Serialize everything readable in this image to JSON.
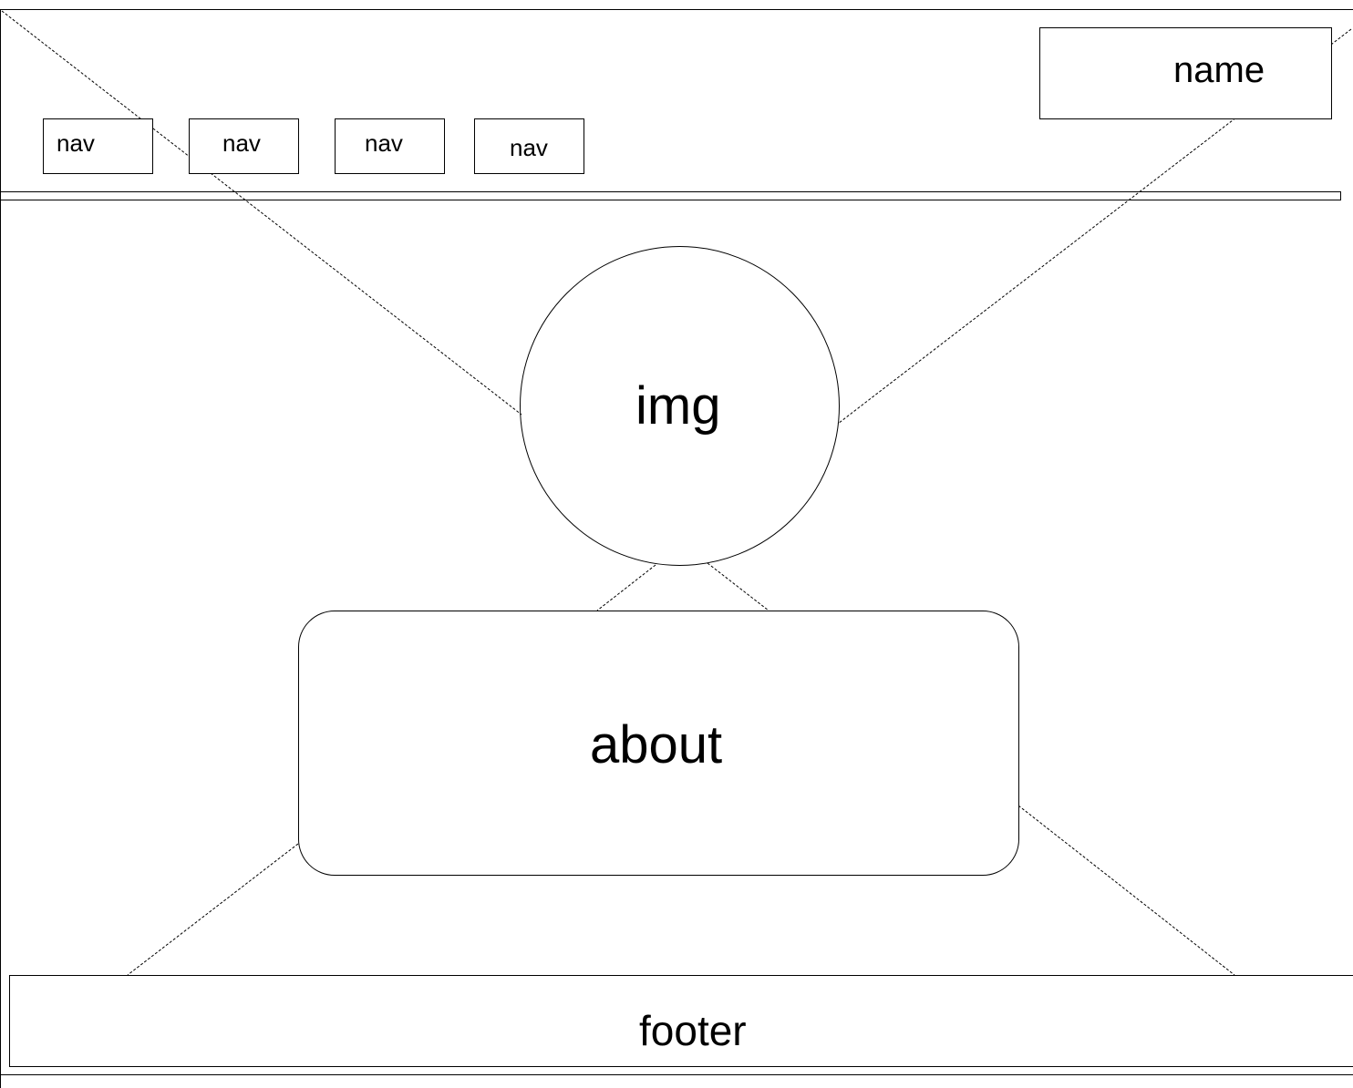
{
  "header": {
    "nav_items": [
      {
        "label": "nav"
      },
      {
        "label": "nav"
      },
      {
        "label": "nav"
      },
      {
        "label": "nav"
      }
    ],
    "name_label": "name"
  },
  "main": {
    "image_label": "img",
    "about_label": "about"
  },
  "footer": {
    "label": "footer"
  },
  "colors": {
    "stroke": "#000000",
    "background": "#ffffff"
  }
}
